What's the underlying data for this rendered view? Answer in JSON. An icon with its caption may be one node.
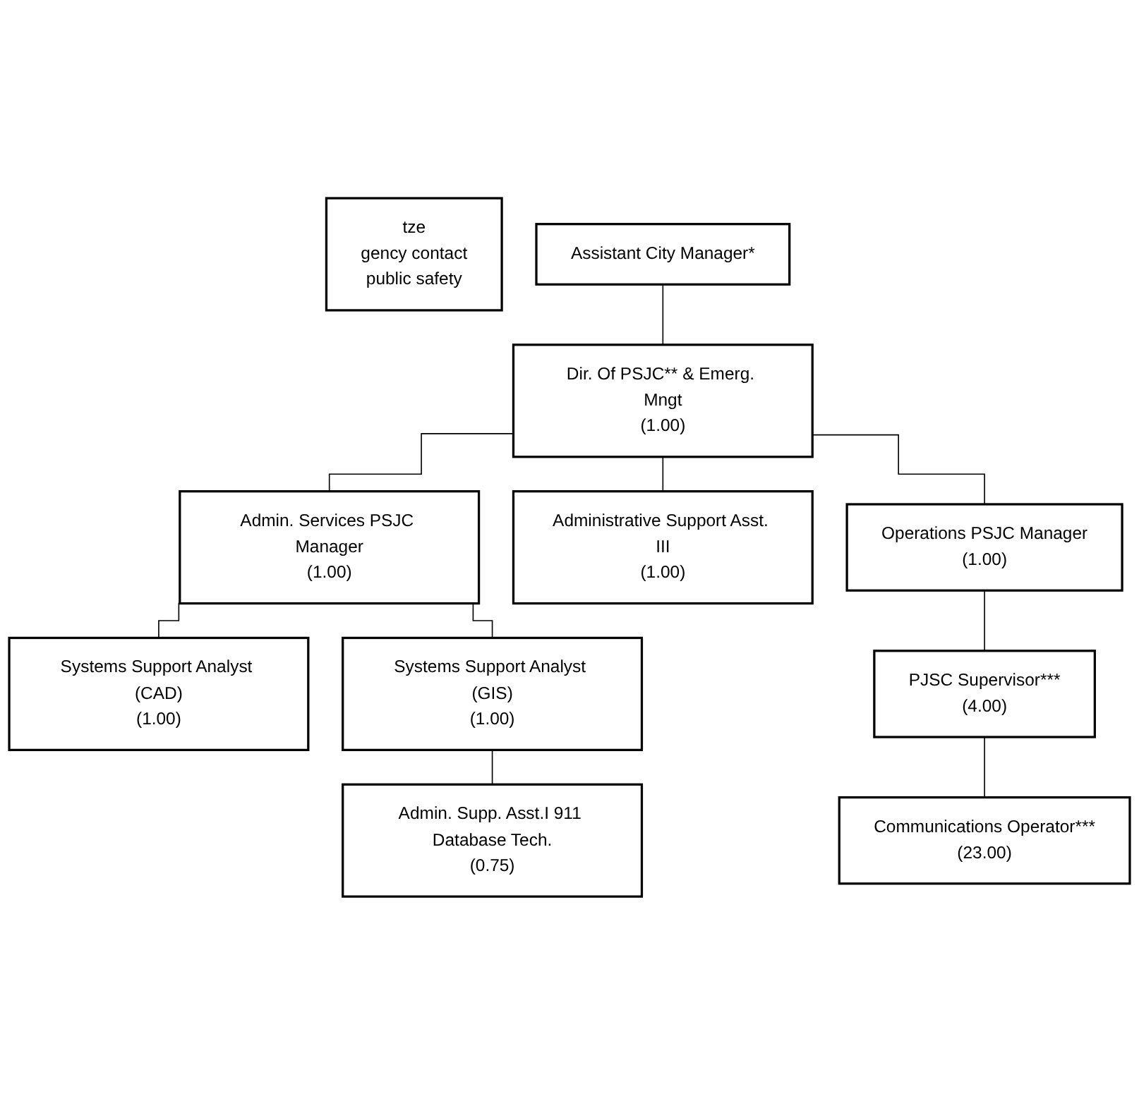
{
  "diagram": {
    "nodes": [
      {
        "text": [
          "tze",
          "gency contact",
          "public safety"
        ]
      },
      {
        "text": [
          "Assistant City Manager*"
        ]
      },
      {
        "text": [
          "Dir. Of PSJC** & Emerg. Mngt",
          "(1.00)"
        ]
      },
      {
        "text": [
          "Admin. Services PSJC Manager",
          "(1.00)"
        ]
      },
      {
        "text": [
          "Administrative Support Asst. III",
          "(1.00)"
        ]
      },
      {
        "text": [
          "Operations PSJC Manager",
          "(1.00)"
        ]
      },
      {
        "text": [
          "Systems Support Analyst (CAD)",
          "(1.00)"
        ]
      },
      {
        "text": [
          "PJSC Supervisor***",
          "(4.00)"
        ]
      },
      {
        "text": [
          "Systems Support Analyst (GIS)",
          "(1.00)"
        ]
      },
      {
        "text": [
          "Communications Operator***",
          "(23.00)"
        ]
      },
      {
        "text": [
          "Admin. Supp. Asst.I 911 Database Tech.",
          "(0.75)"
        ]
      }
    ],
    "edges": [
      {
        "from": 1,
        "to": 2,
        "arrow": "none"
      },
      {
        "from": 2,
        "to": 3,
        "arrow": "none"
      },
      {
        "from": 2,
        "to": 4,
        "arrow": "none"
      },
      {
        "from": 2,
        "to": 5,
        "arrow": "none"
      },
      {
        "from": 3,
        "to": 6,
        "arrow": "none"
      },
      {
        "from": 3,
        "to": 8,
        "arrow": "none"
      },
      {
        "from": 5,
        "to": 7,
        "arrow": "none"
      },
      {
        "from": 7,
        "to": 9,
        "arrow": "none"
      },
      {
        "from": 8,
        "to": 10,
        "arrow": "none"
      }
    ]
  }
}
